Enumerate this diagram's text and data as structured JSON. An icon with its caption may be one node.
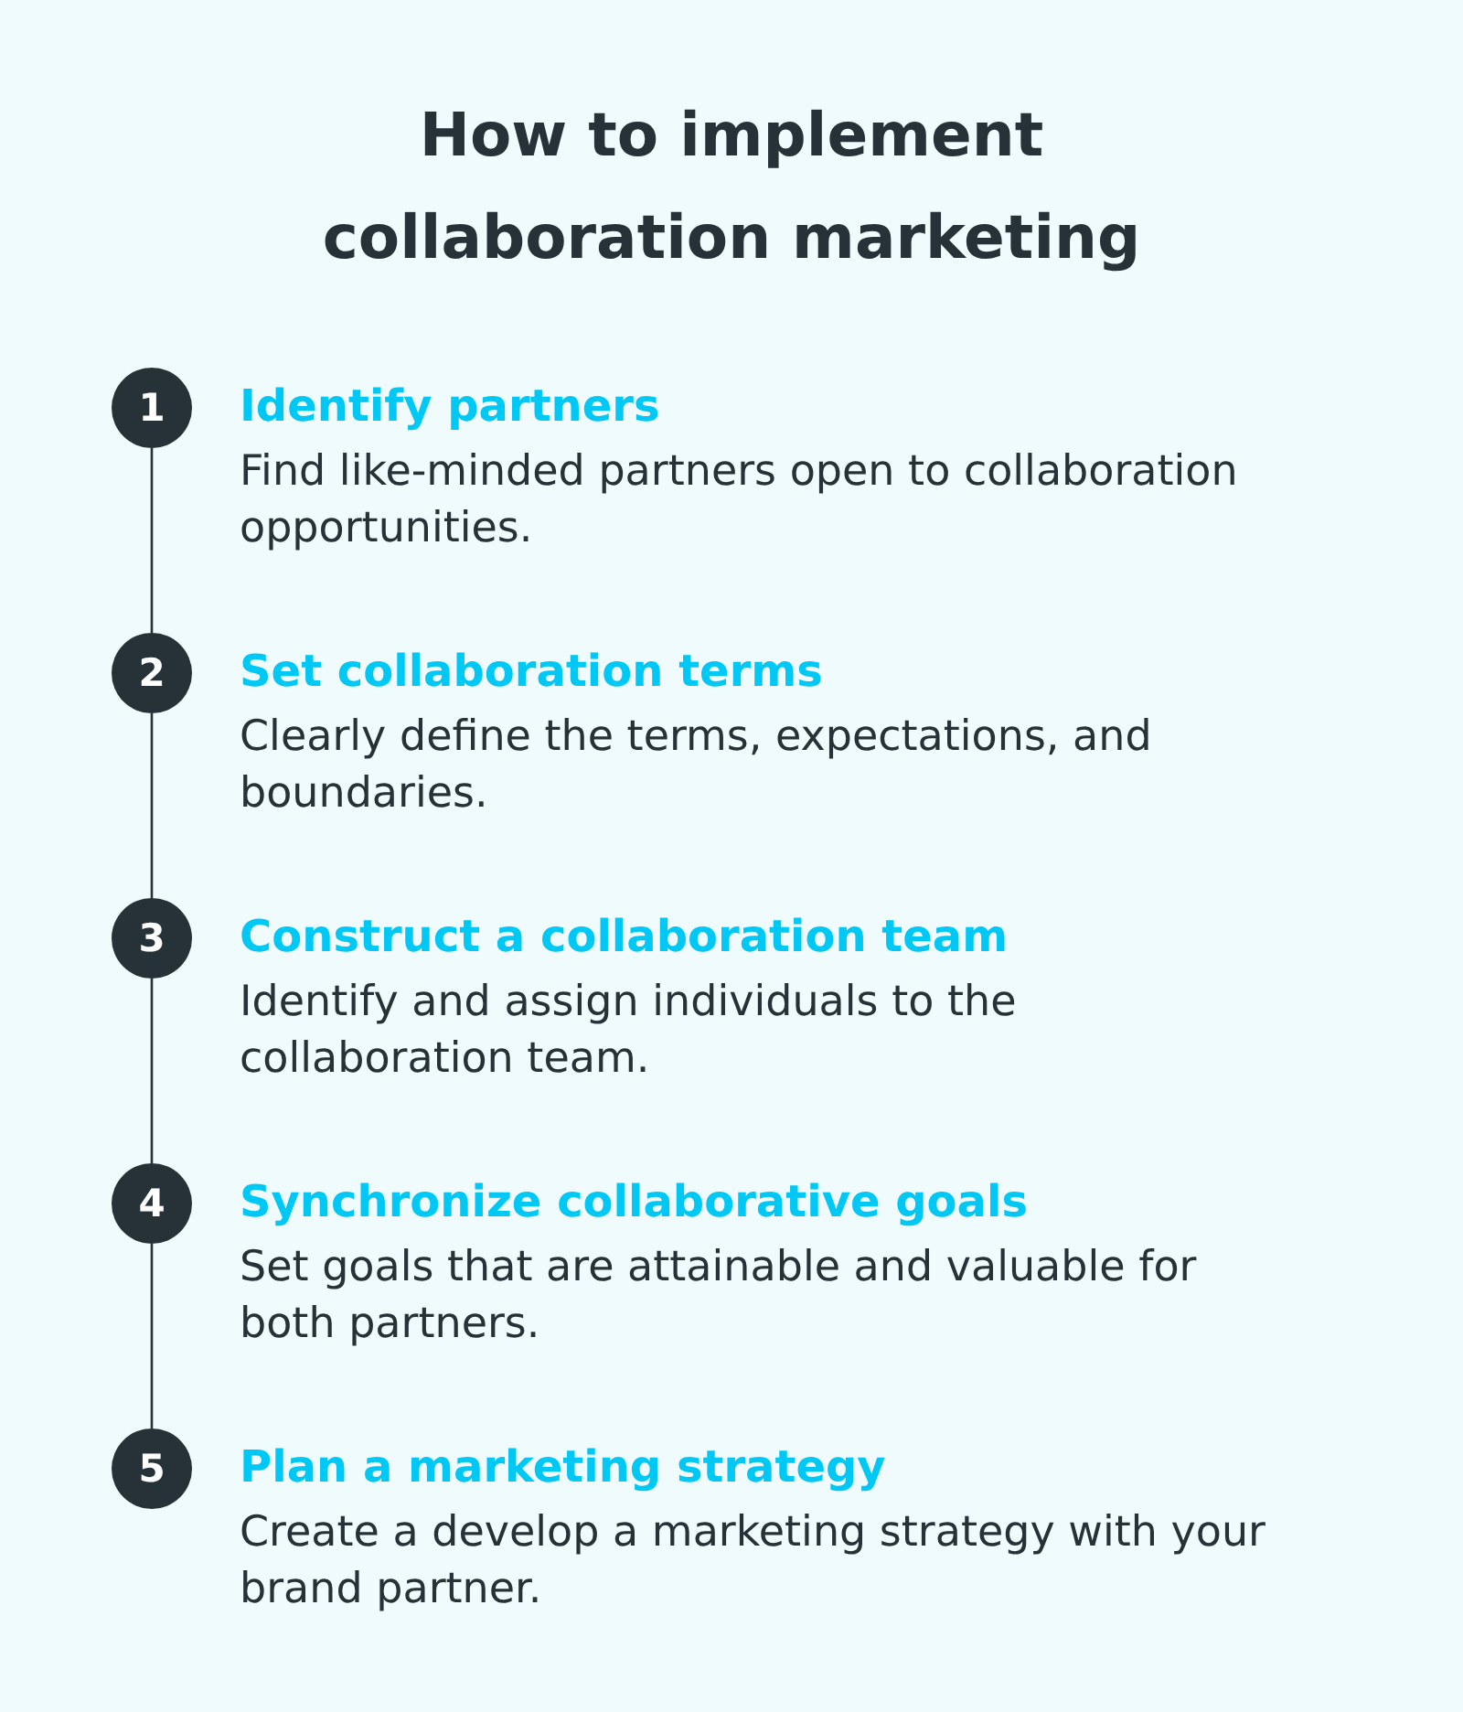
{
  "diagram": {
    "title": "How to implement collaboration marketing",
    "nodes": [
      {
        "text": [
          "1"
        ],
        "beside": [
          "Identify partners",
          "Find like-minded partners open to collaboration opportunities."
        ]
      },
      {
        "text": [
          "2"
        ],
        "beside": [
          "Set collaboration terms",
          "Clearly define the terms, expectations, and boundaries."
        ]
      },
      {
        "text": [
          "3"
        ],
        "beside": [
          "Construct a collaboration team",
          "Identify and assign individuals to the collaboration team."
        ]
      },
      {
        "text": [
          "4"
        ],
        "beside": [
          "Synchronize collaborative goals",
          "Set goals that are attainable and valuable for both partners."
        ]
      },
      {
        "text": [
          "5"
        ],
        "beside": [
          "Plan a marketing strategy",
          "Create a develop a marketing strategy with your brand partner."
        ]
      }
    ],
    "edges": [
      {
        "from": 0,
        "to": 1,
        "arrow": "none"
      },
      {
        "from": 1,
        "to": 2,
        "arrow": "none"
      },
      {
        "from": 2,
        "to": 3,
        "arrow": "none"
      },
      {
        "from": 3,
        "to": 4,
        "arrow": "none"
      }
    ]
  }
}
